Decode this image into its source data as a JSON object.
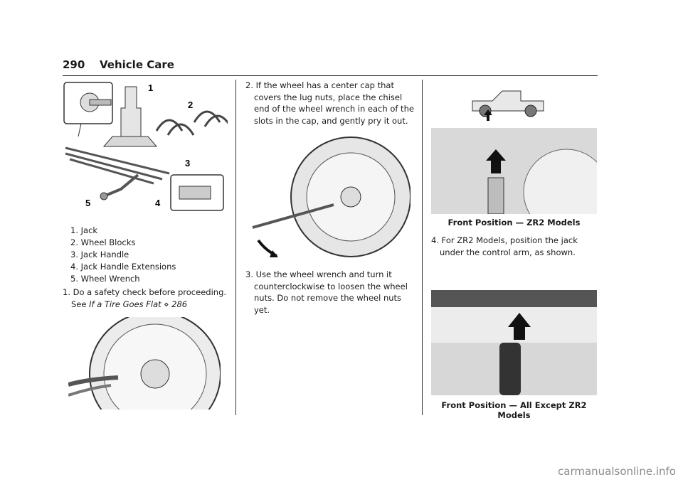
{
  "header": {
    "page_number": "290",
    "section_title": "Vehicle Care"
  },
  "legend": [
    "1.  Jack",
    "2.  Wheel Blocks",
    "3.  Jack Handle",
    "4.  Jack Handle Extensions",
    "5.  Wheel Wrench"
  ],
  "figure1_callouts": [
    "1",
    "2",
    "3",
    "4",
    "5"
  ],
  "steps": {
    "step1_text": "1.  Do a safety check before proceeding. See",
    "step1_ref": "If a Tire Goes Flat",
    "step1_ref_page": "286",
    "step2": "2.  If the wheel has a center cap that covers the lug nuts, place the chisel end of the wheel wrench in each of the slots in the cap, and gently pry it out.",
    "step3": "3.  Use the wheel wrench and turn it counterclockwise to loosen the wheel nuts. Do not remove the wheel nuts yet.",
    "step4": "4.  For ZR2 Models, position the jack under the control arm, as shown."
  },
  "captions": {
    "zr2": "Front Position — ZR2 Models",
    "except_zr2": "Front Position — All Except ZR2 Models"
  },
  "watermark": "carmanualsonline.info"
}
